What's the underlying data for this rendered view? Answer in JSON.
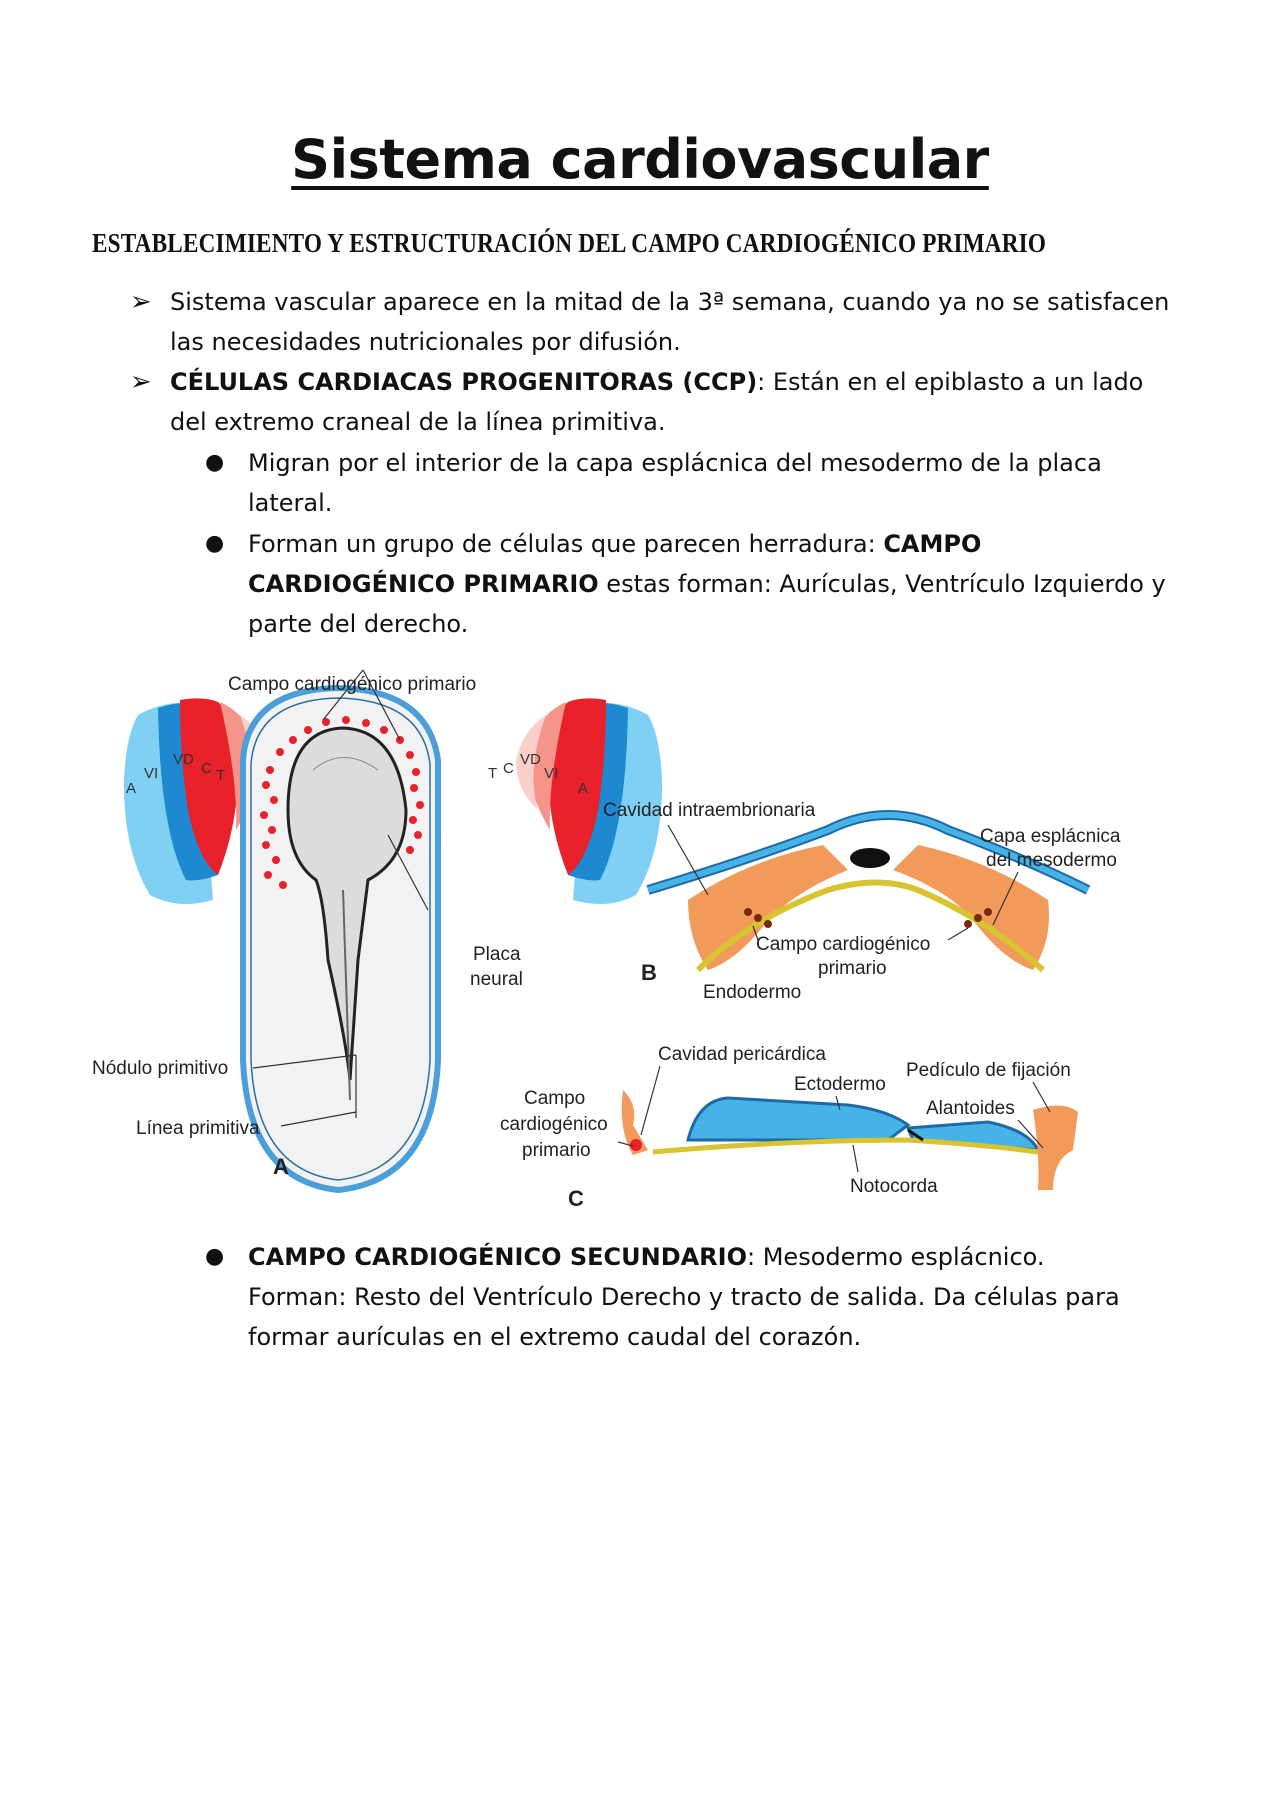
{
  "title": "Sistema cardiovascular",
  "section_heading": "ESTABLECIMIENTO Y ESTRUCTURACIÓN DEL CAMPO CARDIOGÉNICO PRIMARIO",
  "bullets": {
    "b1": "Sistema vascular aparece en la mitad de la 3ª semana, cuando ya no se satisfacen las necesidades nutricionales por difusión.",
    "b2_bold": "CÉLULAS CARDIACAS PROGENITORAS (CCP)",
    "b2_rest": ": Están en el epiblasto a un lado del extremo craneal de la línea primitiva.",
    "s1": "Migran por el interior de la capa esplácnica del mesodermo de la placa lateral.",
    "s2_pre": "Forman un grupo de células que parecen herradura: ",
    "s2_bold": "CAMPO CARDIOGÉNICO PRIMARIO",
    "s2_rest": " estas forman: Aurículas, Ventrículo Izquierdo y parte del derecho.",
    "s3_bold": "CAMPO CARDIOGÉNICO SECUNDARIO",
    "s3_rest1": ": Mesodermo esplácnico.",
    "s3_rest2": "Forman: Resto del Ventrículo Derecho y tracto de salida. Da células para formar aurículas en el extremo caudal del corazón."
  },
  "figure": {
    "a": {
      "panel": "A",
      "campo": "Campo cardiogénico primario",
      "placa1": "Placa",
      "placa2": "neural",
      "nodulo": "Nódulo primitivo",
      "linea": "Línea primitiva",
      "seg_a": "A",
      "seg_vi": "VI",
      "seg_vd": "VD",
      "seg_c": "C",
      "seg_t": "T"
    },
    "b": {
      "panel": "B",
      "cavidad": "Cavidad intraembrionaria",
      "capa1": "Capa esplácnica",
      "capa2": "del mesodermo",
      "campo1": "Campo cardiogénico",
      "campo2": "primario",
      "endo": "Endodermo"
    },
    "c": {
      "panel": "C",
      "pericardica": "Cavidad pericárdica",
      "ecto": "Ectodermo",
      "pediculo": "Pedículo de fijación",
      "alantoides": "Alantoides",
      "campo1": "Campo",
      "campo2": "cardiogénico",
      "campo3": "primario",
      "notocorda": "Notocorda"
    },
    "colors": {
      "blue": "#46b3e6",
      "darkblue": "#2a6fa8",
      "red": "#e8212a",
      "orange": "#f29a5a",
      "yellow": "#e8e24a"
    }
  }
}
